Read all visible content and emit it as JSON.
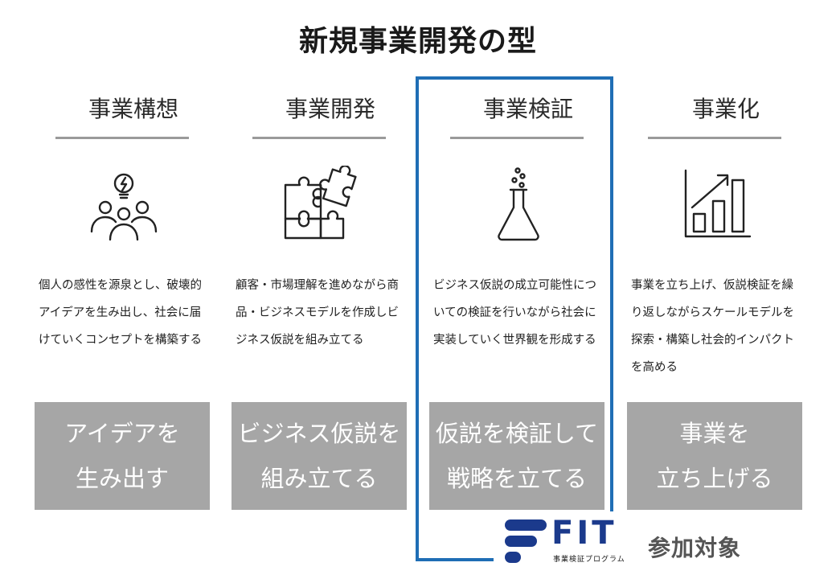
{
  "title": "新規事業開発の型",
  "stages": [
    {
      "header": "事業構想",
      "icon": "idea-team-icon",
      "desc": "個人の感性を源泉とし、破壊的アイデアを生み出し、社会に届けていくコンセプトを構築する",
      "goal_line1": "アイデアを",
      "goal_line2": "生み出す"
    },
    {
      "header": "事業開発",
      "icon": "puzzle-icon",
      "desc": "顧客・市場理解を進めながら商品・ビジネスモデルを作成しビジネス仮説を組み立てる",
      "goal_line1": "ビジネス仮説を",
      "goal_line2": "組み立てる"
    },
    {
      "header": "事業検証",
      "icon": "flask-icon",
      "desc": "ビジネス仮説の成立可能性についての検証を行いながら社会に実装していく世界観を形成する",
      "goal_line1": "仮説を検証して",
      "goal_line2": "戦略を立てる"
    },
    {
      "header": "事業化",
      "icon": "growth-chart-icon",
      "desc": "事業を立ち上げ、仮説検証を繰り返しながらスケールモデルを探索・構築し社会的インパクトを高める",
      "goal_line1": "事業を",
      "goal_line2": "立ち上げる"
    }
  ],
  "fit_logo": {
    "name": "FIT",
    "subtitle": "事業検証プログラム"
  },
  "target_label": "参加対象",
  "colors": {
    "highlight": "#1f6eb5",
    "goal_box": "#a6a6a6",
    "underline": "#9a9a9a",
    "logo_navy": "#1b3a8c"
  }
}
